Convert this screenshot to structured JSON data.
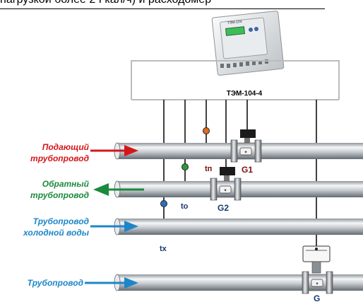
{
  "caption": "нагрузкой более 2 Гкал/ч) и расходомер",
  "device": {
    "name": "ТЭМ-104-4",
    "panel_label": "ТЭМ-104"
  },
  "pipes": [
    {
      "label_lines": [
        "Подающий",
        "трубопровод"
      ],
      "color": "#d4161c",
      "arrow": "right"
    },
    {
      "label_lines": [
        "Обратный",
        "трубопровод"
      ],
      "color": "#1b8a3c",
      "arrow": "left"
    },
    {
      "label_lines": [
        "Трубопровод",
        "холодной воды"
      ],
      "color": "#1d86c8",
      "arrow": "right"
    },
    {
      "label_lines": [
        "Трубопровод"
      ],
      "color": "#1d86c8",
      "arrow": "right"
    }
  ],
  "sensors": {
    "t_supply": "tп",
    "t_return": "tо",
    "t_cold": "tх",
    "flow1": "G1",
    "flow2": "G2",
    "flow_bottom": "G"
  },
  "colors": {
    "supply": "#d4161c",
    "return": "#1b8a3c",
    "cold": "#1d86c8",
    "sensor_supply": "#e06b1f",
    "sensor_return": "#2a9a3e",
    "sensor_cold": "#2f6fb8",
    "flow_label": "#7a1010",
    "dark_label": "#123a6b",
    "pipe_light": "#f1f3f4",
    "pipe_dark": "#6e767d"
  }
}
